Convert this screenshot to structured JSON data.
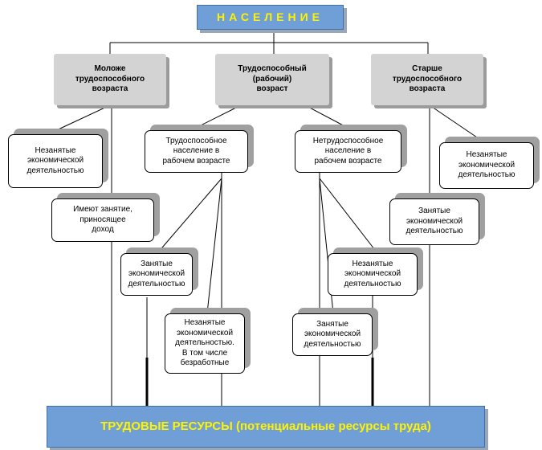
{
  "diagram": {
    "top_label": "НАСЕЛЕНИЕ",
    "categories": {
      "younger": "Моложе\nтрудоспособного\nвозраста",
      "working": "Трудоспособный\n(рабочий)\nвозраст",
      "older": "Старше\nтрудоспособного\nвозраста"
    },
    "boxes": {
      "not_employed_econ_left": "Незанятые\nэкономической\nдеятельностью",
      "have_income_job": "Имеют занятие,\nприносящее\nдоход",
      "able_working_age": "Трудоспособное\nнаселение в\nрабочем возрасте",
      "unable_working_age": "Нетрудоспособное\nнаселение в\nрабочем возрасте",
      "not_employed_econ_right": "Незанятые\nэкономической\nдеятельностью",
      "employed_econ_right": "Занятые\nэкономической\nдеятельностью",
      "employed_econ_mid_left": "Занятые\nэкономической\nдеятельностью",
      "not_employed_econ_mid_right": "Незанятые\nэкономической\nдеятельностью",
      "not_employed_unemployed": "Незанятые\nэкономической\nдеятельностью.\nВ том числе\nбезработные",
      "employed_econ_lower_right": "Занятые\nэкономической\nдеятельностью"
    },
    "bottom_label": "ТРУДОВЫЕ  РЕСУРСЫ (потенциальные ресурсы труда)"
  },
  "colors": {
    "banner_fill": "#6f9fd6",
    "banner_text": "#fff200",
    "category_fill": "#d3d3d3",
    "shadow": "#a0a0a0"
  }
}
